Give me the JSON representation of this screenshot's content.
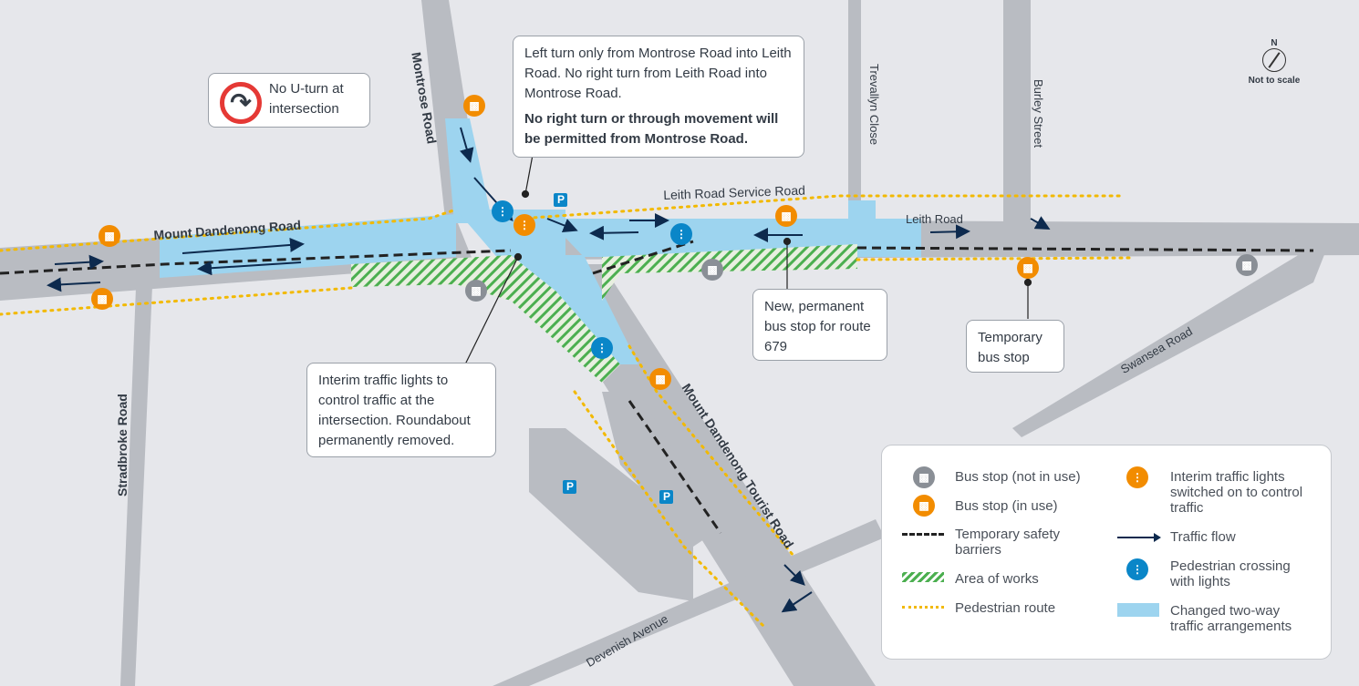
{
  "colors": {
    "background": "#e6e7eb",
    "road": "#b9bcc2",
    "changed_traffic": "#9dd4ef",
    "bus_in_use": "#f28c00",
    "bus_not_in_use": "#8a8f96",
    "ped_crossing": "#0a86c8",
    "works": "#4caf50",
    "ped_route": "#f2b900",
    "traffic_flow": "#0d2a4e"
  },
  "roads": {
    "montrose": "Montrose Road",
    "mount_dandenong": "Mount Dandenong Road",
    "leith_service": "Leith Road Service Road",
    "leith": "Leith Road",
    "trevallyn": "Trevallyn Close",
    "burley": "Burley Street",
    "stradbroke": "Stradbroke Road",
    "tourist": "Mount Dandenong Tourist Road",
    "swansea": "Swansea Road",
    "devenish": "Devenish Avenue"
  },
  "parking_label": "P",
  "north": {
    "label": "N",
    "note": "Not to scale"
  },
  "callouts": {
    "no_uturn": "No U-turn at intersection",
    "left_turn": "Left turn only from Montrose Road into Leith Road. No right turn from Leith Road into Montrose Road.",
    "left_turn_bold": "No right turn or through movement will be permitted from Montrose Road.",
    "interim": "Interim traffic lights to control traffic at the intersection. Roundabout permanently removed.",
    "new_stop": "New, permanent bus stop for route 679",
    "temp_stop": "Temporary bus stop"
  },
  "legend": {
    "bus_not_in_use": "Bus stop (not in use)",
    "bus_in_use": "Bus stop (in use)",
    "barriers": "Temporary safety barriers",
    "works": "Area of works",
    "ped_route": "Pedestrian route",
    "interim_lights": "Interim traffic lights switched on to control traffic",
    "traffic_flow": "Traffic flow",
    "ped_crossing": "Pedestrian crossing with lights",
    "changed": "Changed two-way traffic arrangements"
  }
}
